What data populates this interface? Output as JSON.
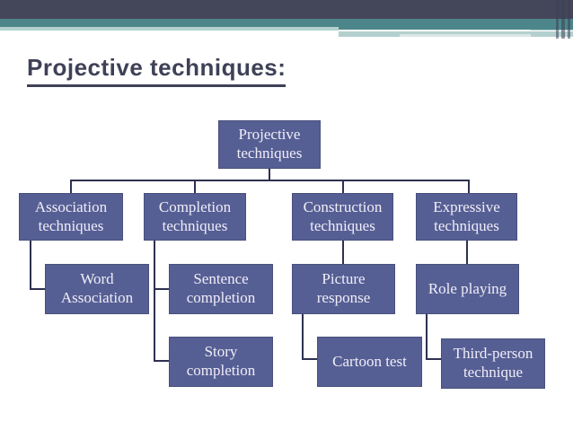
{
  "slide": {
    "title": "Projective techniques:"
  },
  "diagram": {
    "type": "org-chart",
    "root": {
      "label": "Projective techniques"
    },
    "branches": [
      {
        "label": "Association techniques",
        "children": [
          "Word Association"
        ]
      },
      {
        "label": "Completion techniques",
        "children": [
          "Sentence completion",
          "Story completion"
        ]
      },
      {
        "label": "Construction techniques",
        "children": [
          "Picture response",
          "Cartoon test"
        ]
      },
      {
        "label": "Expressive techniques",
        "children": [
          "Role playing",
          "Third-person technique"
        ]
      }
    ]
  },
  "colors": {
    "header_dark": "#44465a",
    "header_teal": "#4d868a",
    "header_light_teal": "#b3d0cf",
    "node_fill": "#565f94",
    "node_text": "#f0eef8",
    "connector": "#2e3150",
    "title_text": "#3f4157"
  }
}
